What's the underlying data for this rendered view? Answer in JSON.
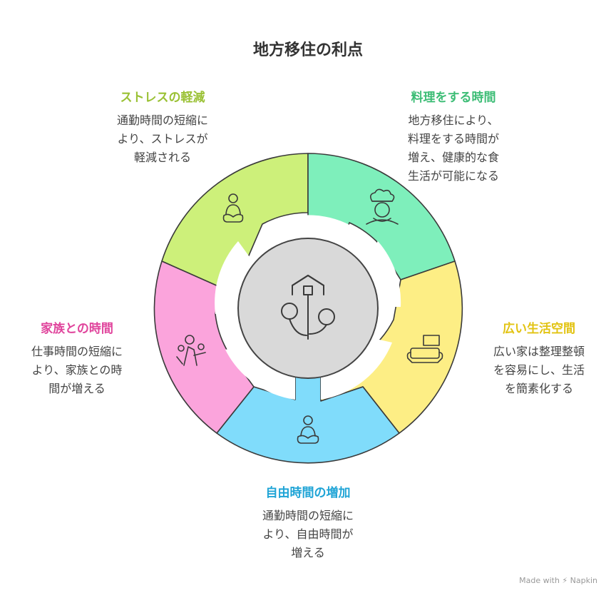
{
  "title": "地方移住の利点",
  "colors": {
    "stress": "#cdf07a",
    "cooking": "#7eefbb",
    "space": "#fdee85",
    "freetime": "#80dcfb",
    "family": "#fba4dc",
    "center": "#d9d9d9",
    "stroke": "#3a3a3a"
  },
  "sections": {
    "stress": {
      "title": "ストレスの軽減",
      "color": "#9ac134",
      "desc": "通勤時間の短縮に\nより、ストレスが\n軽減される",
      "icon": "meditation-icon"
    },
    "cooking": {
      "title": "料理をする時間",
      "color": "#3dbd76",
      "desc": "地方移住により、\n料理をする時間が\n増え、健康的な食\n生活が可能になる",
      "icon": "chef-icon"
    },
    "space": {
      "title": "広い生活空間",
      "color": "#e2c312",
      "desc": "広い家は整理整頓\nを容易にし、生活\nを簡素化する",
      "icon": "sofa-icon"
    },
    "freetime": {
      "title": "自由時間の増加",
      "color": "#1fa4d6",
      "desc": "通勤時間の短縮に\nより、自由時間が\n増える",
      "icon": "relaxing-person-icon"
    },
    "family": {
      "title": "家族との時間",
      "color": "#e0449c",
      "desc": "仕事時間の短縮に\nより、家族との時\n間が増える",
      "icon": "family-icon"
    }
  },
  "center_icon": "house-with-trees-icon",
  "footer": "Made with ⚡ Napkin"
}
